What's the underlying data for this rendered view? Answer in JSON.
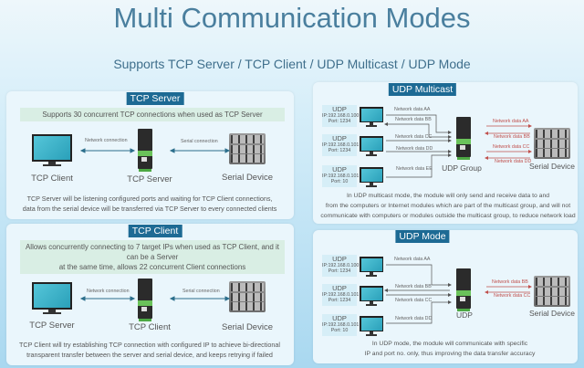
{
  "title": "Multi Communication Modes",
  "subtitle": "Supports TCP Server / TCP Client / UDP Multicast / UDP Mode",
  "tcp_server": {
    "title": "TCP Server",
    "note": "Supports 30 concurrent TCP connections when used as TCP Server",
    "left_label": "TCP Client",
    "center_label": "TCP Server",
    "right_label": "Serial Device",
    "link_left": "Network connection",
    "link_right": "Serial connection",
    "desc1": "TCP Server will be listening configured ports and waiting for TCP Client connections,",
    "desc2": "data from the serial device will be transferred via TCP Server to every connected clients"
  },
  "tcp_client": {
    "title": "TCP Client",
    "note1": "Allows concurrently connecting to 7 target IPs when used as TCP Client, and it can be a Server",
    "note2": "at the same time, allows 22 concurrent Client connections",
    "left_label": "TCP Server",
    "center_label": "TCP Client",
    "right_label": "Serial Device",
    "link_left": "Network connection",
    "link_right": "Serial connection",
    "desc1": "TCP Client will try establishing TCP connection with configured IP to achieve bi-directional",
    "desc2": "transparent transfer between the server and serial device, and keeps retrying if failed"
  },
  "udp_multicast": {
    "title": "UDP Multicast",
    "clients": [
      {
        "name": "UDP",
        "ip": "IP:192.168.0.100",
        "port": "Port: 1234"
      },
      {
        "name": "UDP",
        "ip": "IP:192.168.0.101",
        "port": "Port: 1234"
      },
      {
        "name": "UDP",
        "ip": "IP:192.168.0.101",
        "port": "Port: 10"
      }
    ],
    "left_links": [
      "Network data AA",
      "Network data BB",
      "Network data CC",
      "Network data DD",
      "Network data EE"
    ],
    "right_links": [
      "Network data AA",
      "Network data BB",
      "Network data CC",
      "Network data DD"
    ],
    "center_label": "UDP Group",
    "right_label": "Serial Device",
    "desc1": "In UDP multicast mode, the module will only send and receive data to and",
    "desc2": "from the computers or Internet modules which are part of the multicast group, and will not",
    "desc3": "communicate with computers or modules outside the multicast group, to reduce network load"
  },
  "udp_mode": {
    "title": "UDP Mode",
    "clients": [
      {
        "name": "UDP",
        "ip": "IP:192.168.0.100",
        "port": "Port: 1234"
      },
      {
        "name": "UDP",
        "ip": "IP:192.168.0.101",
        "port": "Port: 1234"
      },
      {
        "name": "UDP",
        "ip": "IP:192.168.0.101",
        "port": "Port: 10"
      }
    ],
    "left_links": [
      "Network data AA",
      "Network data BB",
      "Network data CC",
      "Network data DD"
    ],
    "right_links": [
      "Network data BB",
      "Network data CC"
    ],
    "center_label": "UDP",
    "right_label": "Serial Device",
    "desc1": "In UDP mode, the module will communicate with specific",
    "desc2": "IP and port no. only, thus improving the data transfer accuracy"
  },
  "colors": {
    "title": "#4a7f9e",
    "tab": "#1d6a94",
    "note_bg": "#d9eee4",
    "panel": "#eaf6fc",
    "arrow_left": "#1d6a94",
    "arrow_right": "#c0504d"
  }
}
